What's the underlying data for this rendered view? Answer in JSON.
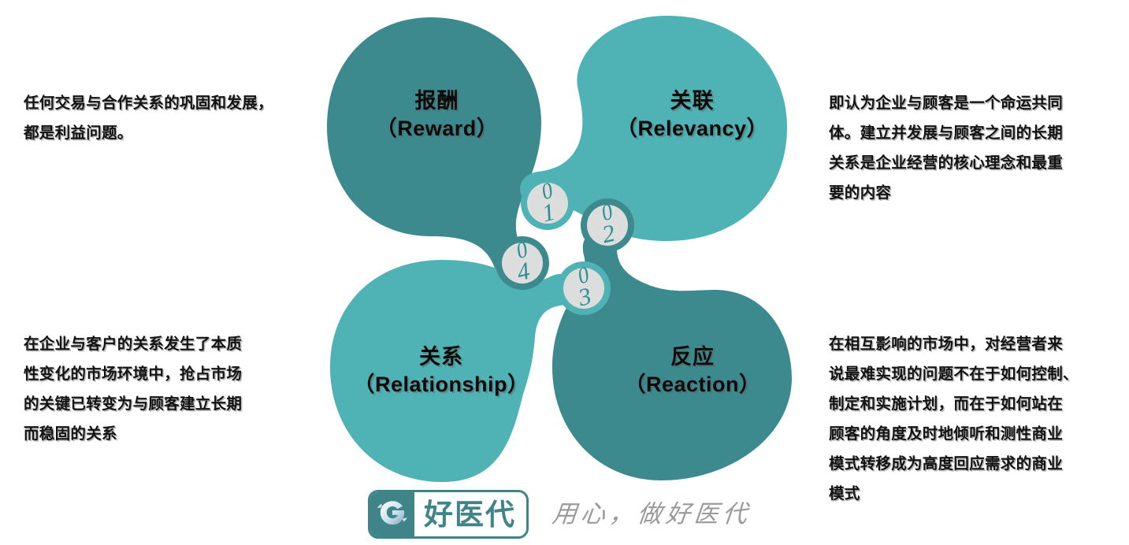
{
  "palette": {
    "dark_teal": "#3C8A8E",
    "light_teal": "#4FB2B5",
    "badge_fill": "#DCDDDD",
    "badge_ring_dark": "#3C8A8E",
    "badge_ring_light": "#4FB2B5",
    "text_black": "#0B0B0B",
    "background": "#FFFFFF",
    "logo_teal": "#3E8489",
    "tagline_gray": "#9A9A9A"
  },
  "diagram": {
    "type": "four-lobe-cloverleaf",
    "title_implied": "4R",
    "nodes": [
      {
        "id": "reward",
        "step": "01",
        "step_zero": "0",
        "step_index": "1",
        "cn": "报酬",
        "en": "（Reward）",
        "color": "#3C8A8E",
        "quadrant": "top-left"
      },
      {
        "id": "relevancy",
        "step": "02",
        "step_zero": "0",
        "step_index": "2",
        "cn": "关联",
        "en": "（Relevancy）",
        "color": "#4FB2B5",
        "quadrant": "top-right"
      },
      {
        "id": "reaction",
        "step": "03",
        "step_zero": "0",
        "step_index": "3",
        "cn": "反应",
        "en": "（Reaction）",
        "color": "#3C8A8E",
        "quadrant": "bottom-right"
      },
      {
        "id": "relationship",
        "step": "04",
        "step_zero": "0",
        "step_index": "4",
        "cn": "关系",
        "en": "（Relationship）",
        "color": "#4FB2B5",
        "quadrant": "bottom-left"
      }
    ]
  },
  "descriptions": {
    "reward": "任何交易与合作关系的巩固和发展，\n都是利益问题。",
    "relevancy": "即认为企业与顾客是一个命运共同\n体。建立并发展与顾客之间的长期\n关系是企业经营的核心理念和最重\n要的内容",
    "relationship": "在企业与客户的关系发生了本质\n性变化的市场环境中，抢占市场\n的关键已转变为与顾客建立长期\n而稳固的关系",
    "reaction": "在相互影响的市场中，对经营者来\n说最难实现的问题不在于如何控制、\n制定和实施计划，而在于如何站在\n顾客的角度及时地倾听和测性商业\n模式转移成为高度回应需求的商业\n模式"
  },
  "logo": {
    "mark_letter": "G",
    "wordmark": "好医代",
    "tagline": "用心，做好医代"
  }
}
